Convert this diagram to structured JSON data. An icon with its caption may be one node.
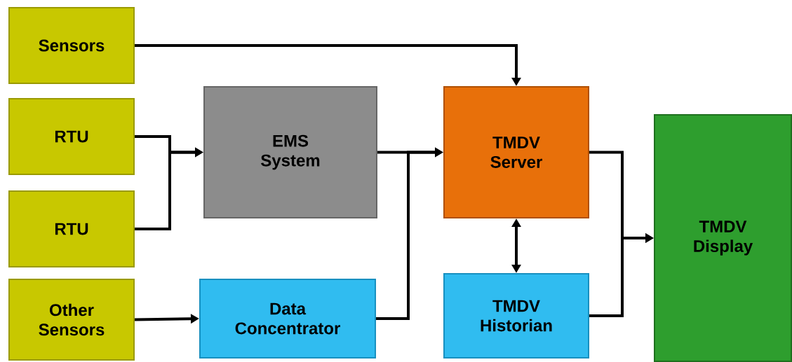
{
  "diagram": {
    "nodes": [
      {
        "text": [
          "Sensors"
        ]
      },
      {
        "text": [
          "RTU"
        ]
      },
      {
        "text": [
          "RTU"
        ]
      },
      {
        "text": [
          "Other Sensors"
        ]
      },
      {
        "text": [
          "EMS System"
        ]
      },
      {
        "text": [
          "Data Concentrator"
        ]
      },
      {
        "text": [
          "TMDV Server"
        ]
      },
      {
        "text": [
          "TMDV Historian"
        ]
      },
      {
        "text": [
          "TMDV Display"
        ]
      }
    ],
    "edges": [
      {
        "from": 0,
        "to": 6,
        "arrow": "to"
      },
      {
        "from": 1,
        "to": 4,
        "arrow": "to"
      },
      {
        "from": 2,
        "to": 4,
        "arrow": "to"
      },
      {
        "from": 3,
        "to": 5,
        "arrow": "to"
      },
      {
        "from": 4,
        "to": 6,
        "arrow": "to"
      },
      {
        "from": 5,
        "to": 6,
        "arrow": "to"
      },
      {
        "from": 6,
        "to": 7,
        "arrow": "both"
      },
      {
        "from": 6,
        "to": 8,
        "arrow": "to"
      },
      {
        "from": 7,
        "to": 8,
        "arrow": "to"
      }
    ]
  }
}
